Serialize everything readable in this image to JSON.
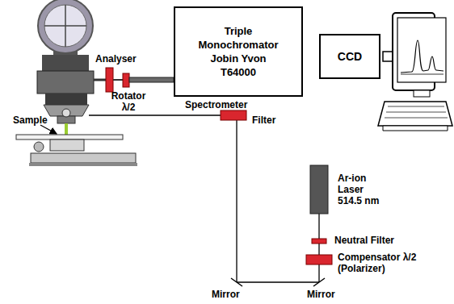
{
  "diagram": {
    "nodes": [
      {
        "text": [
          "Triple Monochromator Jobin Yvon T64000",
          "Spectrometer"
        ]
      },
      {
        "text": [
          "CCD"
        ]
      }
    ],
    "labels": [
      "Analyser",
      "Rotator λ/2",
      "Sample",
      "Filter",
      "Ar-ion Laser 514.5 nm",
      "Neutral Filter",
      "Compensator λ/2 (Polarizer)",
      "Mirror",
      "Mirror"
    ]
  }
}
